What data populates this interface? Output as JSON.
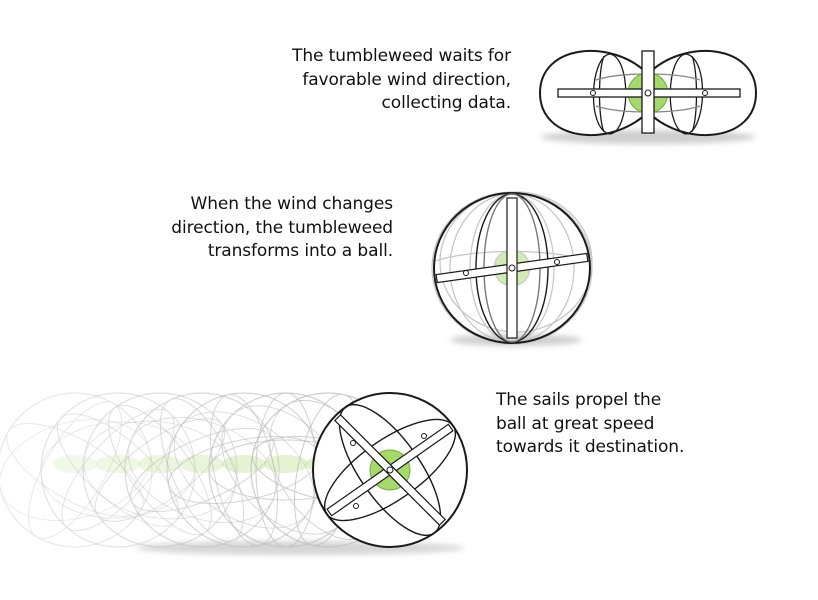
{
  "steps": [
    {
      "lines": [
        "The tumbleweed waits for",
        "favorable wind direction,",
        "collecting data."
      ]
    },
    {
      "lines": [
        "When the wind changes",
        "direction, the tumbleweed",
        "transforms into a ball."
      ]
    },
    {
      "lines": [
        "The sails propel the",
        "ball at great speed",
        "towards it destination."
      ]
    }
  ],
  "colors": {
    "hub_green": "#a6d86a",
    "hub_ring": "#6fae3a",
    "outline": "#1a1a1a",
    "ghost": "#bdbdbd",
    "shadow": "#cfcfcf"
  }
}
